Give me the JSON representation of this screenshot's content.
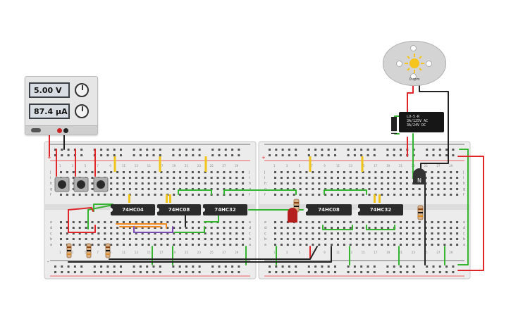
{
  "power_supply": {
    "voltage": "5.00 V",
    "current": "87.4 µA"
  },
  "motor": {
    "speed": "0 rpm"
  },
  "relay": {
    "lines": [
      "LU-5-R",
      "3A/125V AC",
      "3A/24V DC"
    ]
  },
  "chips": {
    "left_1": "74HC04",
    "left_2": "74HC08",
    "left_3": "74HC32",
    "right_1": "74HC08",
    "right_2": "74HC32"
  },
  "transistor": {
    "label": "N"
  },
  "breadboard": {
    "row_letters_top": [
      "j",
      "i",
      "h",
      "g",
      "f"
    ],
    "row_letters_bottom": [
      "e",
      "d",
      "c",
      "b",
      "a"
    ],
    "rail_plus": "+",
    "rail_minus": "-",
    "column_numbers": [
      "1",
      "2",
      "3",
      "4",
      "5",
      "6",
      "7",
      "8",
      "9",
      "10",
      "11",
      "12",
      "13",
      "14",
      "15",
      "16",
      "17",
      "18",
      "19",
      "20",
      "21",
      "22",
      "23",
      "24",
      "25",
      "26",
      "27",
      "28",
      "29",
      "30"
    ]
  },
  "colors": {
    "wire_green": "#35b52f",
    "wire_red": "#e0262a",
    "wire_black": "#222222",
    "wire_orange": "#f08a1c",
    "wire_purple": "#7b49b5",
    "led_red": "#b51e1e",
    "sun_yellow": "#f5c41d"
  }
}
